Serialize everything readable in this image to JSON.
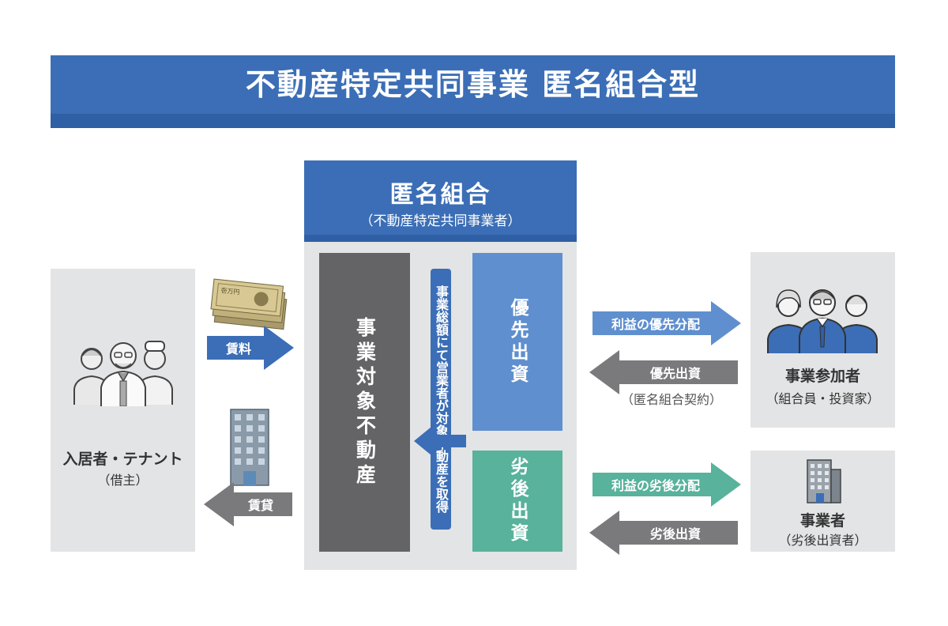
{
  "header": {
    "title": "不動産特定共同事業 匿名組合型"
  },
  "center": {
    "title": "匿名組合",
    "subtitle": "（不動産特定共同事業者）",
    "property_label": "事業対象不動産",
    "acquire_label": "事業総額にて営業者が対象不動産を取得",
    "senior_label": "優先出資",
    "junior_label": "劣後出資"
  },
  "left": {
    "name": "入居者・テナント",
    "sub": "（借主）",
    "rent_label": "賃料",
    "lease_label": "賃貸",
    "money_bill_text": "壱万円"
  },
  "investor": {
    "name": "事業参加者",
    "sub": "（組合員・投資家）",
    "profit_label": "利益の優先分配",
    "invest_label": "優先出資",
    "contract_note": "（匿名組合契約）"
  },
  "operator": {
    "name": "事業者",
    "sub": "（劣後出資者）",
    "profit_label": "利益の劣後分配",
    "invest_label": "劣後出資"
  },
  "colors": {
    "header_blue": "#3b6eb6",
    "senior_blue": "#5f8fcf",
    "junior_green": "#58b29c",
    "property_gray": "#646466",
    "arrow_gray": "#7a7a7c",
    "panel_gray": "#e3e4e5"
  }
}
